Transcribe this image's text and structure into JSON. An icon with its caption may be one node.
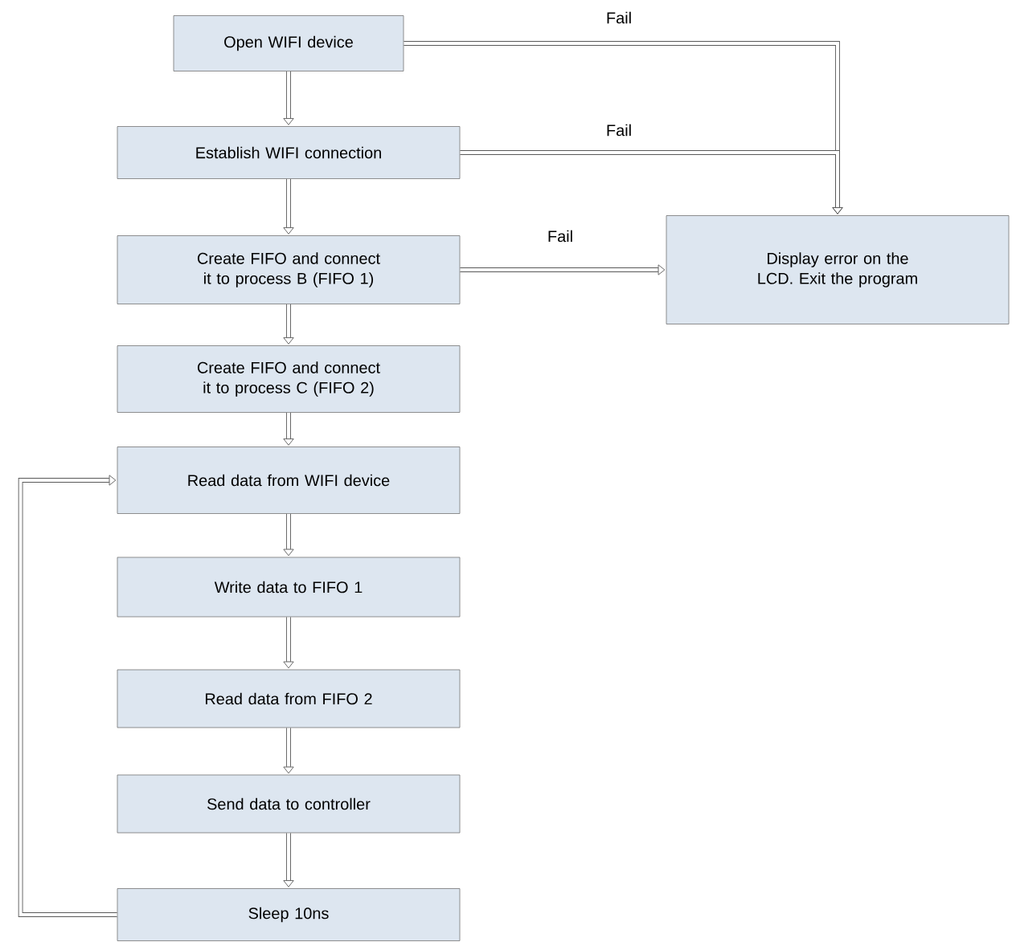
{
  "diagram": {
    "nodes": [
      {
        "text": [
          "Open WIFI device"
        ]
      },
      {
        "text": [
          "Establish WIFI connection"
        ]
      },
      {
        "text": [
          "Create FIFO and connect it to process B (FIFO 1)"
        ]
      },
      {
        "text": [
          "Create FIFO and connect it to process C (FIFO 2)"
        ]
      },
      {
        "text": [
          "Read data from WIFI device"
        ]
      },
      {
        "text": [
          "Write data to FIFO 1"
        ]
      },
      {
        "text": [
          "Read data from FIFO 2"
        ]
      },
      {
        "text": [
          "Send data to controller"
        ]
      },
      {
        "text": [
          "Sleep 10ns"
        ]
      },
      {
        "text": [
          "Display error on the LCD. Exit the program"
        ]
      }
    ],
    "edges": [
      {
        "from": 0,
        "to": 1,
        "arrow": "to"
      },
      {
        "from": 1,
        "to": 2,
        "arrow": "to"
      },
      {
        "from": 2,
        "to": 3,
        "arrow": "to"
      },
      {
        "from": 3,
        "to": 4,
        "arrow": "to"
      },
      {
        "from": 4,
        "to": 5,
        "arrow": "to"
      },
      {
        "from": 5,
        "to": 6,
        "arrow": "to"
      },
      {
        "from": 6,
        "to": 7,
        "arrow": "to"
      },
      {
        "from": 7,
        "to": 8,
        "arrow": "to"
      },
      {
        "from": 0,
        "to": 9,
        "arrow": "to",
        "label": "Fail"
      },
      {
        "from": 1,
        "to": 9,
        "arrow": "to",
        "label": "Fail"
      },
      {
        "from": 2,
        "to": 9,
        "arrow": "to",
        "label": "Fail"
      },
      {
        "from": 8,
        "to": 4,
        "arrow": "to"
      }
    ]
  }
}
